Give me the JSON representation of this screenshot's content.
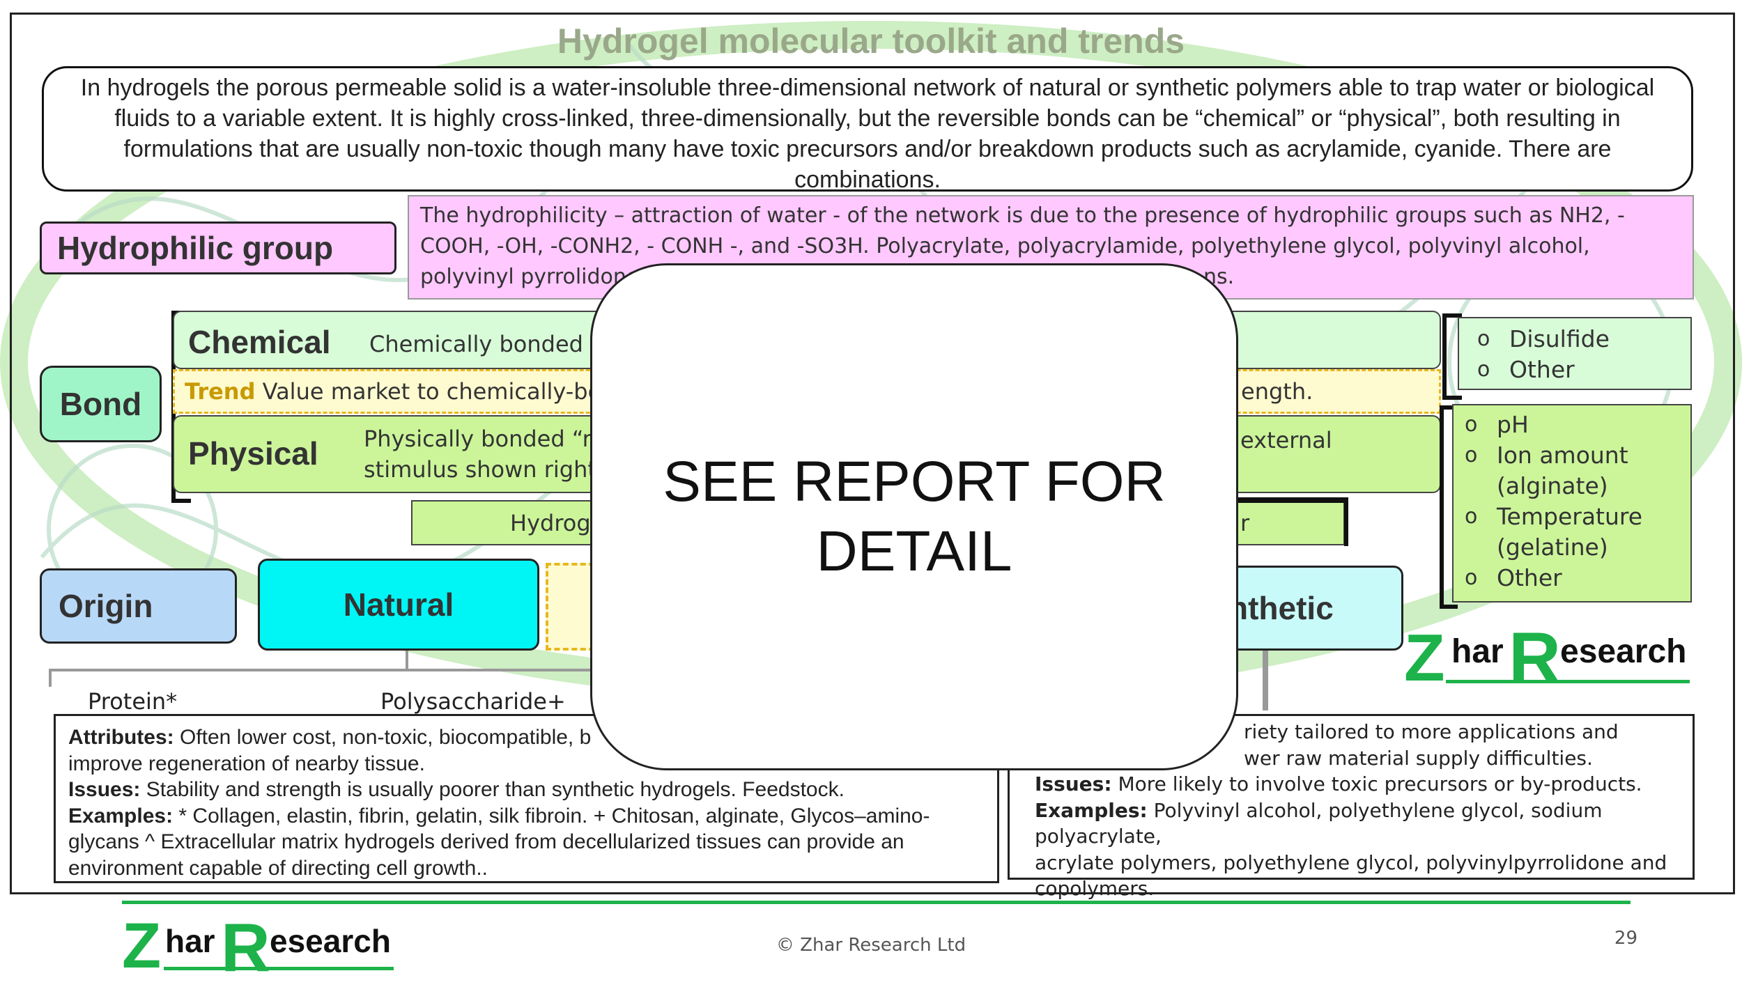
{
  "title": "Hydrogel molecular toolkit and trends",
  "intro": "In hydrogels the porous permeable solid is a water-insoluble three-dimensional network of natural or synthetic polymers able to trap water or biological fluids to a variable extent. It is highly cross-linked, three-dimensionally, but the reversible bonds can be “chemical” or “physical”, both resulting in formulations that are usually non-toxic though many have toxic precursors and/or breakdown products such as acrylamide, cyanide. There are combinations.",
  "hydrophilic": {
    "label": "Hydrophilic group",
    "text": "The hydrophilicity – attraction of water - of the network is due to the presence of hydrophilic groups such as NH2, -COOH, -OH, -CONH2, - CONH -, and -SO3H. Polyacrylate, polyacrylamide, polyethylene glycol, polyvinyl alcohol, polyvinyl pyrrolidone, gelatin",
    "text_tail": "ns."
  },
  "bond": {
    "label": "Bond",
    "chemical": {
      "label": "Chemical",
      "text": "Chemically bonded “p"
    },
    "trend": {
      "word": "Trend",
      "text": " Value market to chemically-bond",
      "tail": "ength."
    },
    "physical": {
      "label": "Physical",
      "text_line1": "Physically bonded “re",
      "text_line2": "stimulus shown right.",
      "tail": "external"
    },
    "chemical_examples": [
      "Disulfide",
      "Other"
    ],
    "physical_stimuli": [
      "pH",
      "Ion amount (alginate)",
      "Temperature (gelatine)",
      "Other"
    ]
  },
  "hybrid_bar": {
    "left": "Hydroge",
    "right": "r"
  },
  "origin": {
    "label": "Origin",
    "natural": "Natural",
    "synthetic": "nthetic",
    "protein_label": "Protein*",
    "polysaccharide_label": "Polysaccharide+"
  },
  "natural_box": {
    "attributes_label": "Attributes:",
    "attributes_text": " Often lower cost, non-toxic, biocompatible, b",
    "attributes_line2": "improve regeneration of nearby tissue.",
    "issues_label": "Issues:",
    "issues_text": " Stability and strength is usually poorer than synthetic hydrogels. Feedstock.",
    "examples_label": "Examples:",
    "examples_text": " * Collagen, elastin, fibrin, gelatin, silk fibroin. + Chitosan, alginate, Glycos–amino-",
    "examples_line2": "glycans ^ Extracellular matrix hydrogels derived from decellularized tissues can provide an",
    "examples_line3": "environment capable of directing cell growth.."
  },
  "synthetic_box": {
    "line1": "riety tailored to more applications and",
    "line2": "wer raw material supply difficulties.",
    "issues_label": "Issues:",
    "issues_text": " More likely to involve toxic precursors or by-products.",
    "examples_label": "Examples:",
    "examples_text": " Polyvinyl alcohol, polyethylene glycol, sodium polyacrylate,",
    "examples_line2": "acrylate polymers, polyethylene glycol, polyvinylpyrrolidone and",
    "examples_line3": "copolymers."
  },
  "overlay": {
    "line1": "SEE REPORT FOR",
    "line2": "DETAIL"
  },
  "logo": {
    "z": "Z",
    "har": "har",
    "r": "R",
    "esearch": "esearch"
  },
  "footer": {
    "copyright": "© Zhar Research Ltd",
    "page": "29"
  },
  "colors": {
    "brand_green": "#1db34a",
    "hydrophilic_pink": "#ffc8ff",
    "bond_mint": "#a0f5c8",
    "chemical_green": "#d8fbd8",
    "physical_green": "#ccf59a",
    "trend_yellow": "#fffbd0",
    "origin_blue": "#b8d8f8",
    "natural_cyan": "#00f5f5",
    "synthetic_cyan": "#c8fafa"
  }
}
